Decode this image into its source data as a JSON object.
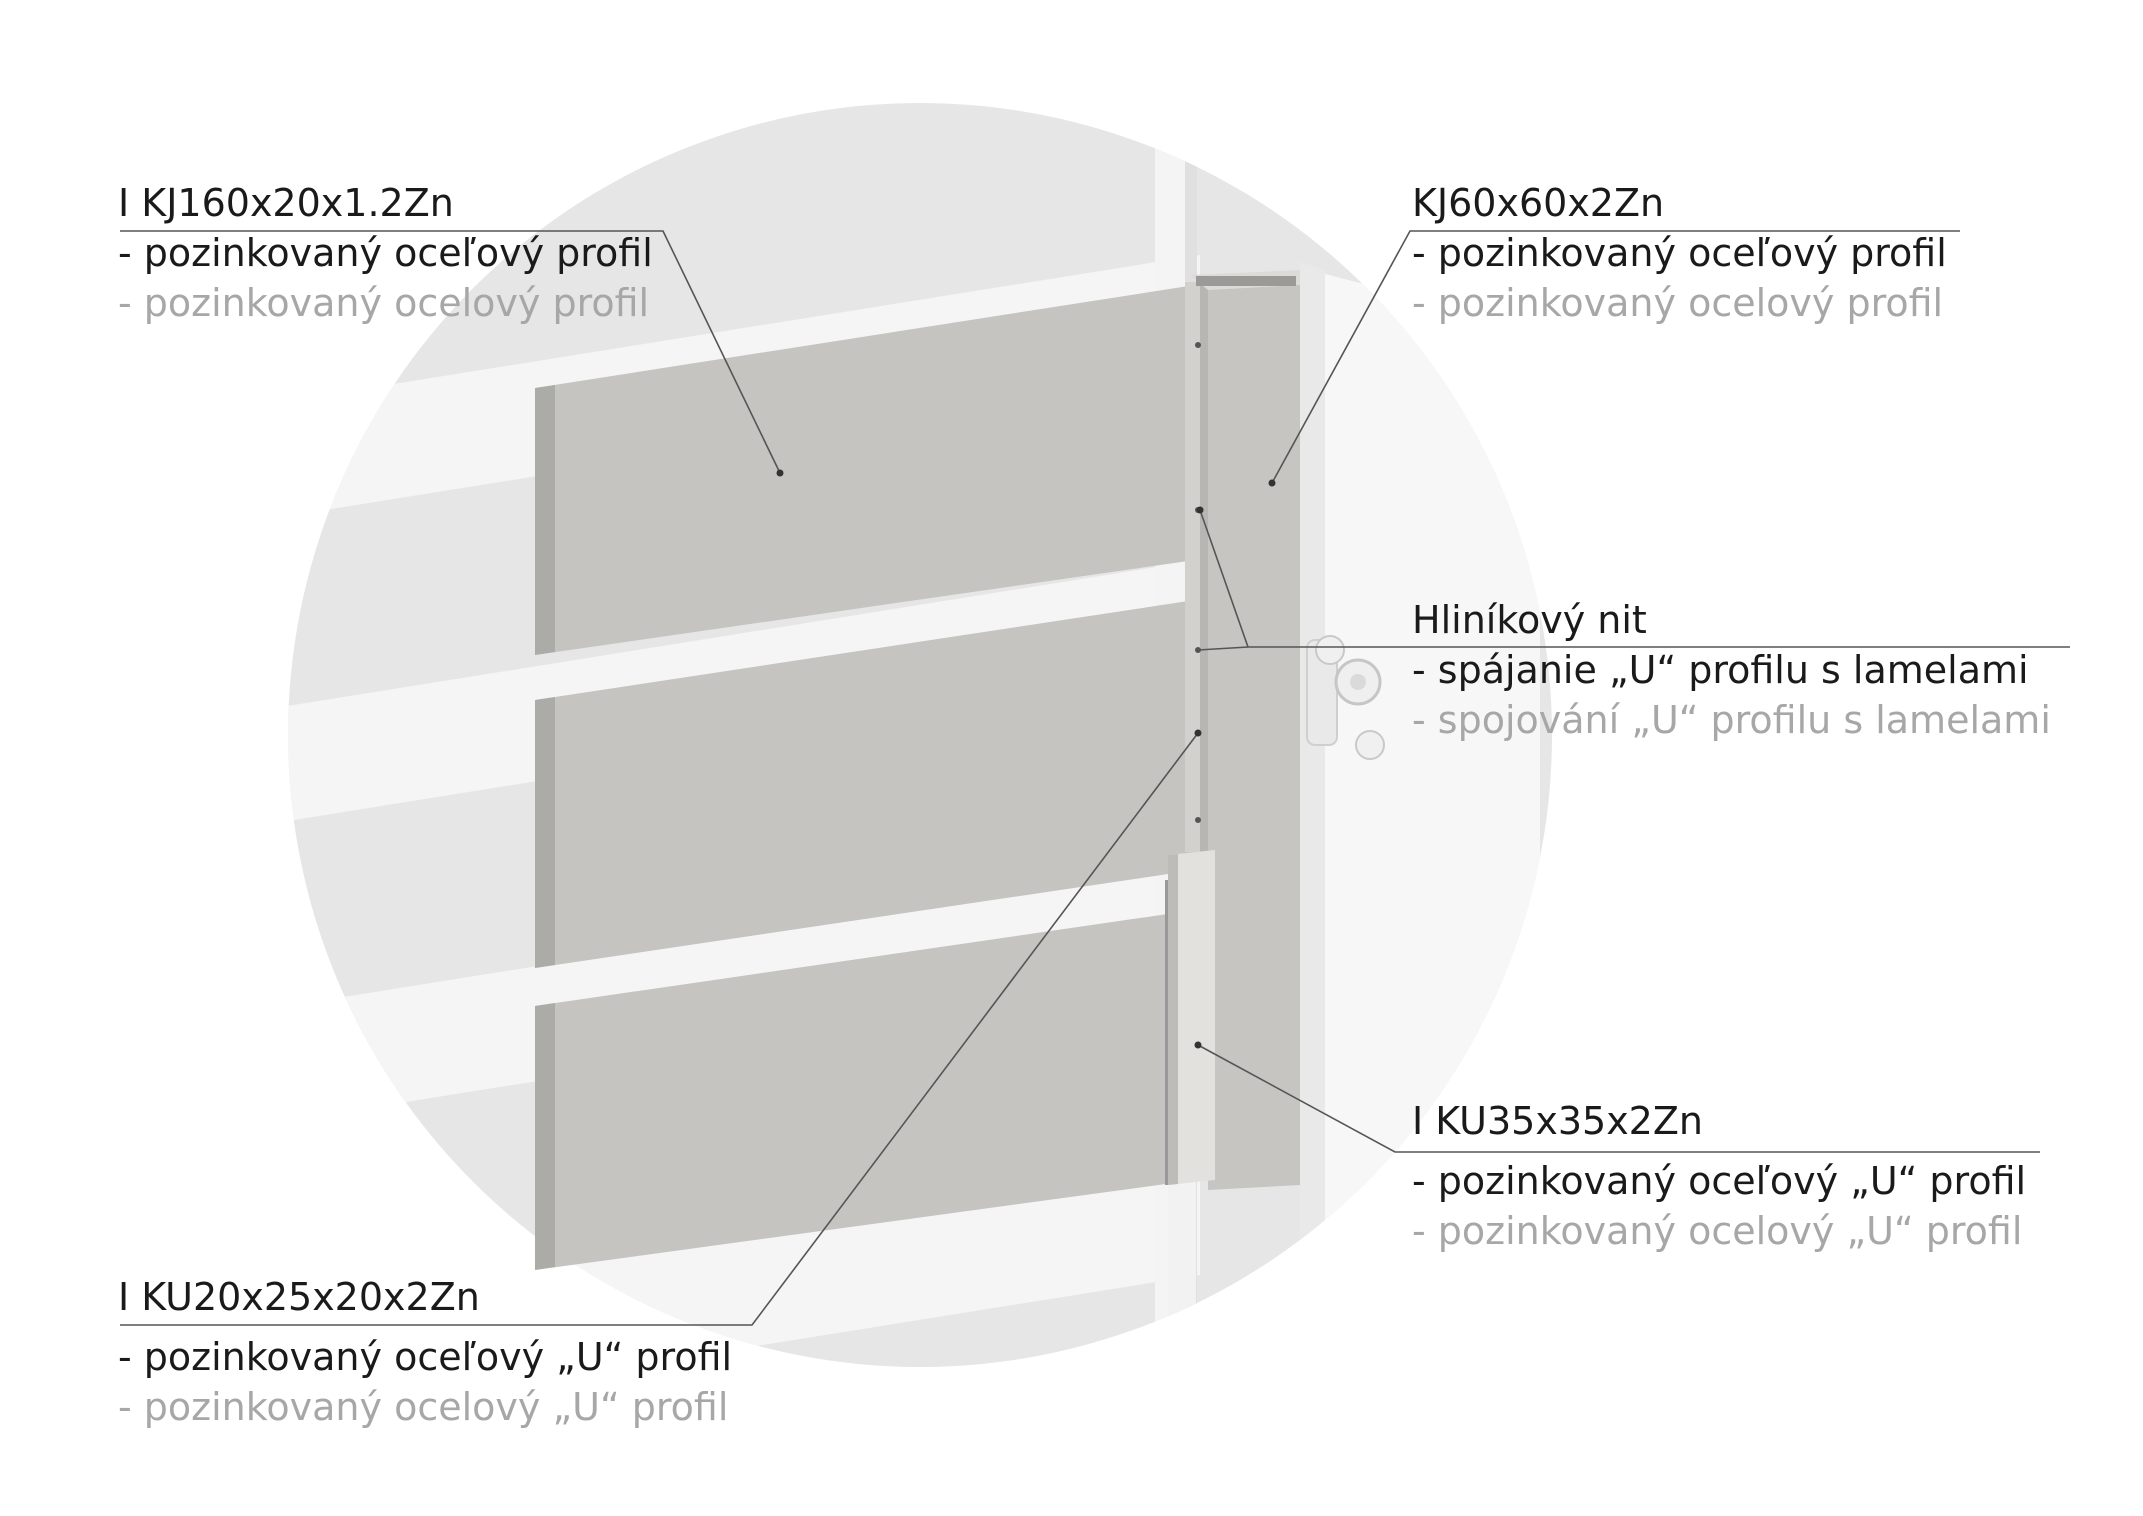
{
  "callouts": {
    "kj160": {
      "title": "I KJ160x20x1.2Zn",
      "line_sk": "- pozinkovaný oceľový profil",
      "line_cz": "- pozinkovaný ocelový profil"
    },
    "kj60": {
      "title": "KJ60x60x2Zn",
      "line_sk": "- pozinkovaný oceľový profil",
      "line_cz": "- pozinkovaný ocelový profil"
    },
    "rivet": {
      "title": "Hliníkový nit",
      "line_sk": "- spájanie „U“ profilu s lamelami",
      "line_cz": "- spojování „U“ profilu s lamelami"
    },
    "ku35": {
      "title": "I KU35x35x2Zn",
      "line_sk": "- pozinkovaný oceľový „U“ profil",
      "line_cz": "- pozinkovaný ocelový „U“ profil"
    },
    "ku20": {
      "title": "I KU20x25x20x2Zn",
      "line_sk": "- pozinkovaný oceľový „U“ profil",
      "line_cz": "- pozinkovaný ocelový „U“ profil"
    }
  },
  "colors": {
    "circle": "#e6e6e6",
    "slat_face": "#c5c4c0",
    "slat_edge": "#a8a7a3",
    "ghost": "#f6f6f6",
    "leader": "#555555",
    "gray_text": "#a7a7a7"
  }
}
